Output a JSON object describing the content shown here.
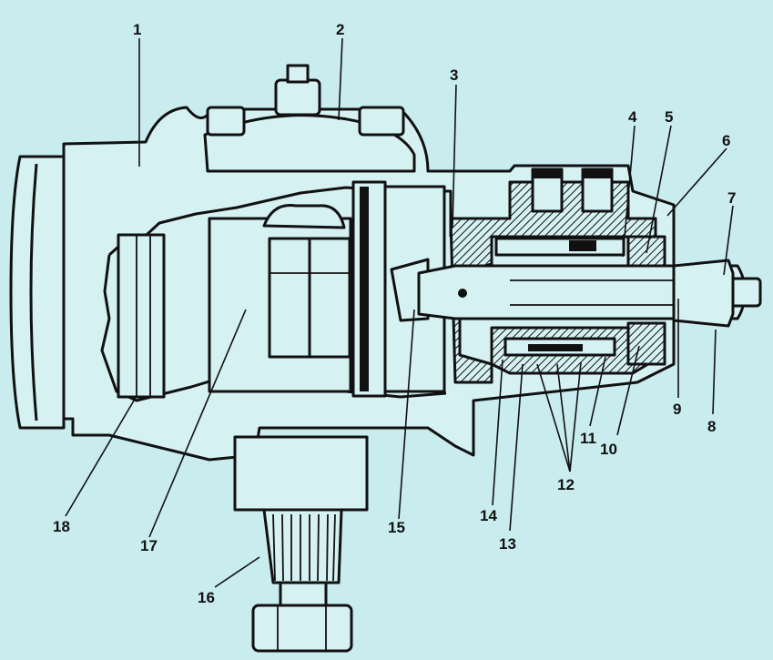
{
  "colors": {
    "background": "#c9ecee",
    "ink": "#111111",
    "part_fill": "#d6f1f2"
  },
  "callouts": [
    {
      "id": "c1",
      "label": "1"
    },
    {
      "id": "c2",
      "label": "2"
    },
    {
      "id": "c3",
      "label": "3"
    },
    {
      "id": "c4",
      "label": "4"
    },
    {
      "id": "c5",
      "label": "5"
    },
    {
      "id": "c6",
      "label": "6"
    },
    {
      "id": "c7",
      "label": "7"
    },
    {
      "id": "c8",
      "label": "8"
    },
    {
      "id": "c9",
      "label": "9"
    },
    {
      "id": "c10",
      "label": "10"
    },
    {
      "id": "c11",
      "label": "11"
    },
    {
      "id": "c12",
      "label": "12"
    },
    {
      "id": "c13",
      "label": "13"
    },
    {
      "id": "c14",
      "label": "14"
    },
    {
      "id": "c15",
      "label": "15"
    },
    {
      "id": "c16",
      "label": "16"
    },
    {
      "id": "c17",
      "label": "17"
    },
    {
      "id": "c18",
      "label": "18"
    }
  ]
}
